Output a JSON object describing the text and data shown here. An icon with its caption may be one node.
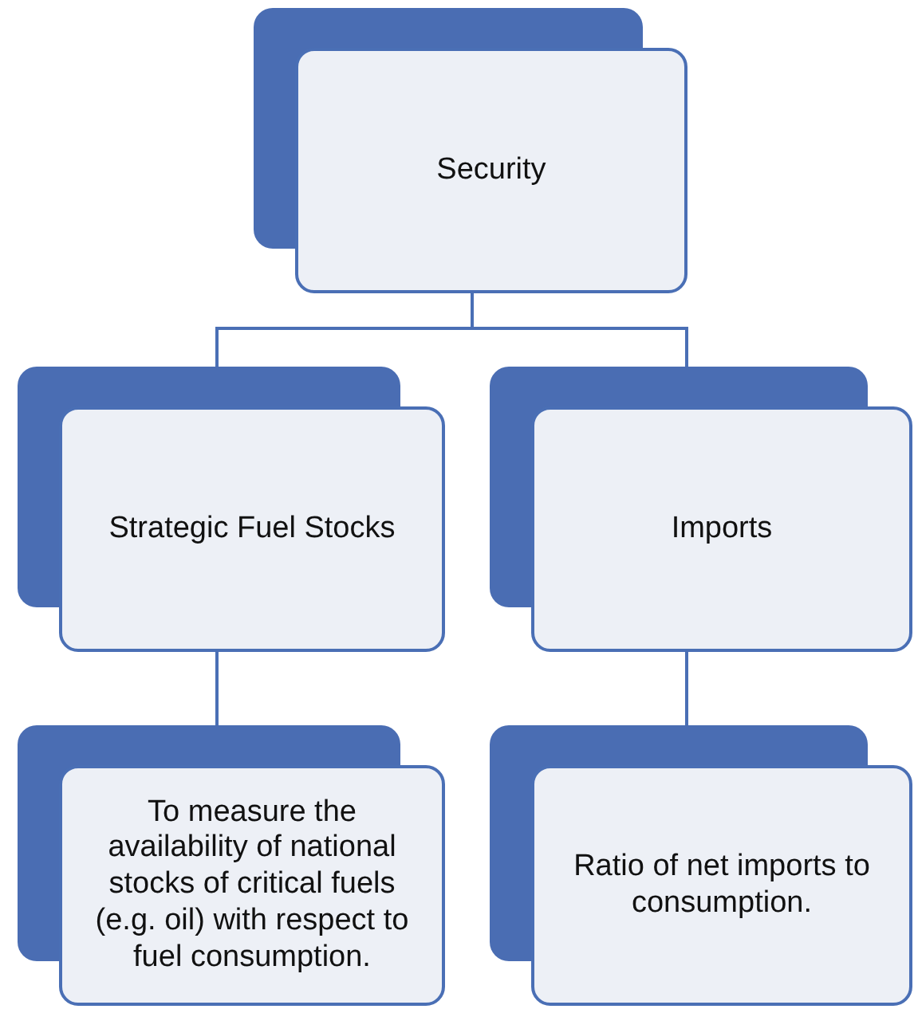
{
  "diagram": {
    "nodes": [
      {
        "text": [
          "Security"
        ]
      },
      {
        "text": [
          "Strategic Fuel Stocks"
        ]
      },
      {
        "text": [
          "Imports"
        ]
      },
      {
        "text": [
          "To measure the availability of national stocks of critical fuels (e.g. oil) with respect to fuel consumption."
        ]
      },
      {
        "text": [
          "Ratio of net imports to consumption."
        ]
      }
    ],
    "edges": [
      {
        "from": 0,
        "to": 1,
        "arrow": "none"
      },
      {
        "from": 0,
        "to": 2,
        "arrow": "none"
      },
      {
        "from": 1,
        "to": 3,
        "arrow": "none"
      },
      {
        "from": 2,
        "to": 4,
        "arrow": "none"
      }
    ]
  }
}
